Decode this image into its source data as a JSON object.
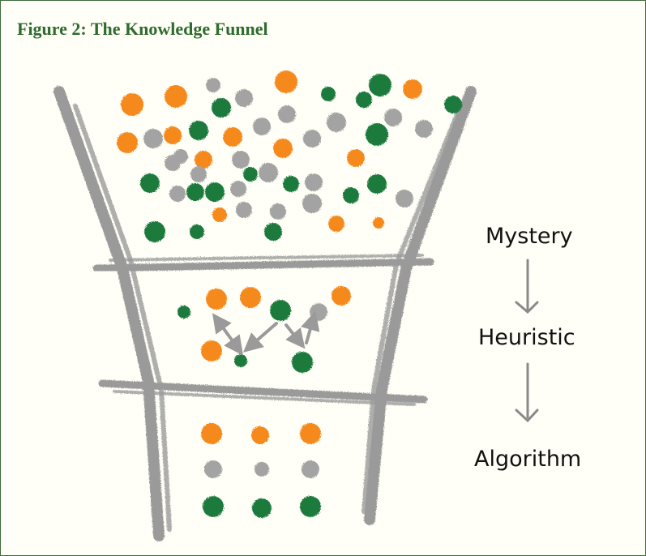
{
  "figure": {
    "title": "Figure 2: The Knowledge Funnel",
    "stages": [
      "Mystery",
      "Heuristic",
      "Algorithm"
    ]
  },
  "colors": {
    "orange": "#f5891f",
    "green": "#1e7a3c",
    "gray": "#a3a3a3",
    "funnel": "#9a9a9a",
    "title": "#2f6b2f"
  }
}
